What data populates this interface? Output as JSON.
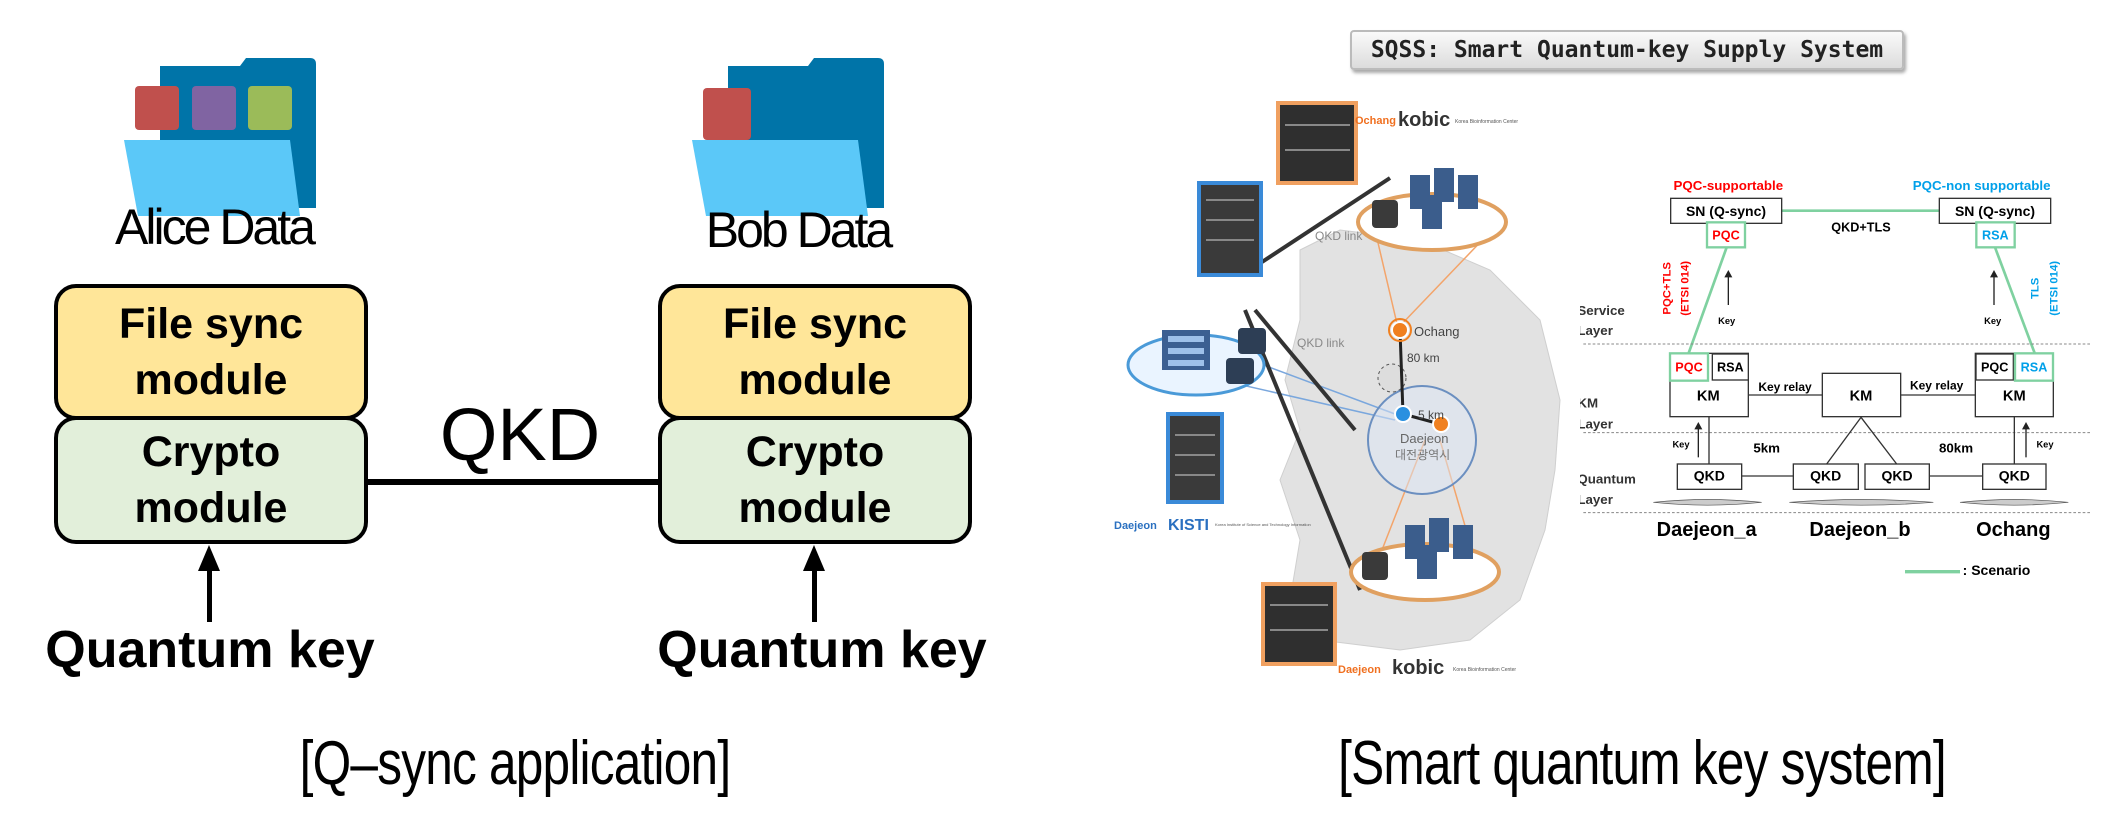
{
  "left": {
    "alice_label": "Alice Data",
    "bob_label": "Bob Data",
    "file_sync_module": "File sync module",
    "crypto_module": "Crypto module",
    "link_label": "QKD",
    "quantum_key": "Quantum key",
    "caption": "[Q–sync application]",
    "colors": {
      "file_sync": "#FFE699",
      "crypto": "#E2EFDA",
      "folder_back": "#0074A8",
      "folder_front": "#5BC8F8",
      "tab_red": "#C0504D",
      "tab_purple": "#8064A2",
      "tab_green": "#9BBB59"
    }
  },
  "right": {
    "title": "SQSS: Smart Quantum-key Supply System",
    "caption": "[Smart quantum key system]",
    "map": {
      "ochang_site": "Ochang",
      "ochang_org": "kobic",
      "ochang_org_sub": "Korea Bioinformation Center",
      "daejeon_kisti_site": "Daejeon",
      "kisti_org": "KISTI",
      "kisti_org_sub": "Korea Institute of Science and Technology Information",
      "daejeon_kobic_site": "Daejeon",
      "daejeon_kobic_org": "kobic",
      "qkd_link_1": "QKD link",
      "qkd_link_2": "QKD link",
      "ochang_point": "Ochang",
      "dist_80": "80 km",
      "dist_5": "5 km",
      "daejeon_point": "Daejeon",
      "daejeon_korean": "대전광역시"
    },
    "layers": {
      "pqc_supportable": "PQC-supportable",
      "pqc_non_supportable": "PQC-non supportable",
      "sn_left": "SN (Q-sync)",
      "sn_right": "SN (Q-sync)",
      "sn_link": "QKD+TLS",
      "pqc": "PQC",
      "rsa": "RSA",
      "left_proto_1": "PQC+TLS",
      "left_proto_2": "(ETSI 014)",
      "right_proto_1": "TLS",
      "right_proto_2": "(ETSI 014)",
      "key": "Key",
      "service_layer": [
        "Service",
        "Layer"
      ],
      "km_layer": [
        "KM",
        "Layer"
      ],
      "quantum_layer": [
        "Quantum",
        "Layer"
      ],
      "km": "KM",
      "key_relay": "Key relay",
      "qkd": "QKD",
      "dist_5": "5km",
      "dist_80": "80km",
      "sites": [
        "Daejeon_a",
        "Daejeon_b",
        "Ochang"
      ],
      "legend": ": Scenario",
      "colors": {
        "pqc_red": "#FF0000",
        "non_pqc_blue": "#00A0E9",
        "scenario_green": "#7FD1A0"
      }
    }
  }
}
